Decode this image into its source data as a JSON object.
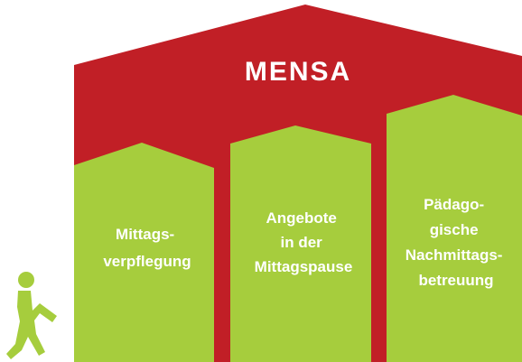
{
  "diagram": {
    "title": "MENSA",
    "colors": {
      "roof": "#c11f26",
      "pillar": "#a6cd3d",
      "walker": "#a6cd3d",
      "text": "#ffffff"
    },
    "pillars": [
      {
        "lines": [
          "Mittags-",
          "verpflegung"
        ]
      },
      {
        "lines": [
          "Angebote",
          "in der",
          "Mittagspause"
        ]
      },
      {
        "lines": [
          "Pädago-",
          "gische",
          "Nachmittags-",
          "betreuung"
        ]
      }
    ],
    "icon": "walking-person-icon"
  }
}
